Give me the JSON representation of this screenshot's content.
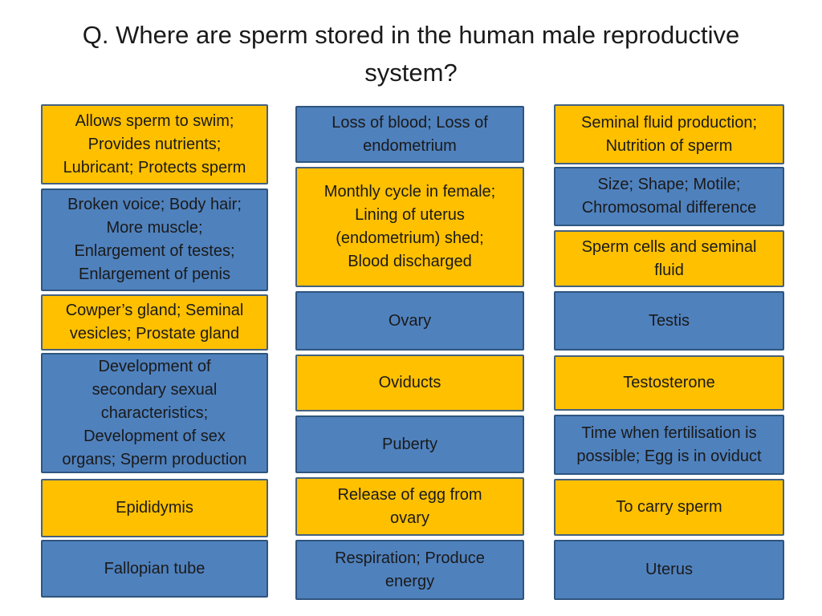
{
  "slide": {
    "title": "Q. Where are sperm stored in the human male reproductive\nsystem?"
  },
  "colors": {
    "yellow_fill": "#FFC000",
    "yellow_border": "#44617F",
    "blue_fill": "#4F81BD",
    "blue_border": "#2E557E",
    "text": "#1A1A1A",
    "background": "#FFFFFF"
  },
  "columns": [
    {
      "boxes": [
        {
          "color": "yellow",
          "text": "Allows sperm to swim;\nProvides nutrients;\nLubricant; Protects sperm"
        },
        {
          "color": "blue",
          "text": "Broken voice; Body hair;\nMore muscle;\nEnlargement of testes;\nEnlargement of penis"
        },
        {
          "color": "yellow",
          "text": "Cowper’s gland; Seminal\nvesicles; Prostate gland"
        },
        {
          "color": "blue",
          "text": "Development of\nsecondary sexual\ncharacteristics;\nDevelopment of sex\norgans; Sperm production"
        },
        {
          "color": "yellow",
          "text": "Epididymis"
        },
        {
          "color": "blue",
          "text": "Fallopian tube"
        }
      ]
    },
    {
      "boxes": [
        {
          "color": "blue",
          "text": "Loss of blood; Loss of\nendometrium"
        },
        {
          "color": "yellow",
          "text": "Monthly cycle in female;\nLining of uterus\n(endometrium) shed;\nBlood discharged"
        },
        {
          "color": "blue",
          "text": "Ovary"
        },
        {
          "color": "yellow",
          "text": "Oviducts"
        },
        {
          "color": "blue",
          "text": "Puberty"
        },
        {
          "color": "yellow",
          "text": "Release of egg from\novary"
        },
        {
          "color": "blue",
          "text": "Respiration; Produce\nenergy"
        }
      ]
    },
    {
      "boxes": [
        {
          "color": "yellow",
          "text": "Seminal fluid production;\nNutrition of sperm"
        },
        {
          "color": "blue",
          "text": "Size; Shape; Motile;\nChromosomal difference"
        },
        {
          "color": "yellow",
          "text": "Sperm cells and seminal\nfluid"
        },
        {
          "color": "blue",
          "text": "Testis"
        },
        {
          "color": "yellow",
          "text": "Testosterone"
        },
        {
          "color": "blue",
          "text": "Time when fertilisation is\npossible; Egg is in oviduct"
        },
        {
          "color": "yellow",
          "text": "To carry sperm"
        },
        {
          "color": "blue",
          "text": "Uterus"
        }
      ]
    }
  ]
}
